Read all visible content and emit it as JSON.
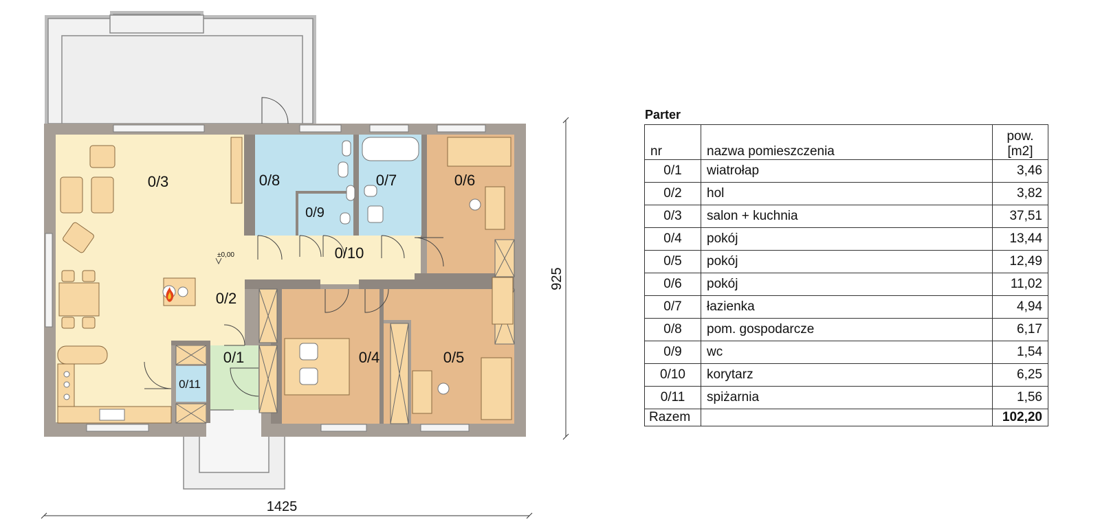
{
  "plan": {
    "rooms": [
      {
        "id": "0/1"
      },
      {
        "id": "0/2"
      },
      {
        "id": "0/3"
      },
      {
        "id": "0/4"
      },
      {
        "id": "0/5"
      },
      {
        "id": "0/6"
      },
      {
        "id": "0/7"
      },
      {
        "id": "0/8"
      },
      {
        "id": "0/9"
      },
      {
        "id": "0/10"
      },
      {
        "id": "0/11"
      }
    ],
    "level_mark": "±0,00",
    "dim_width": "1425",
    "dim_height": "925",
    "colors": {
      "wall": "#a69e96",
      "living": "#fbefc8",
      "bedroom": "#e6ba8c",
      "wet": "#bfe2ef",
      "entrance": "#d6ecc8",
      "terrace": "#efefef",
      "furniture": "#f7d7a3"
    }
  },
  "table": {
    "title": "Parter",
    "headers": {
      "nr": "nr",
      "name": "nazwa pomieszczenia",
      "pow_line1": "pow.",
      "pow_line2": "[m2]"
    },
    "rows": [
      {
        "nr": "0/1",
        "name": "wiatrołap",
        "area": "3,46"
      },
      {
        "nr": "0/2",
        "name": "hol",
        "area": "3,82"
      },
      {
        "nr": "0/3",
        "name": "salon + kuchnia",
        "area": "37,51"
      },
      {
        "nr": "0/4",
        "name": "pokój",
        "area": "13,44"
      },
      {
        "nr": "0/5",
        "name": "pokój",
        "area": "12,49"
      },
      {
        "nr": "0/6",
        "name": "pokój",
        "area": "11,02"
      },
      {
        "nr": "0/7",
        "name": "łazienka",
        "area": "4,94"
      },
      {
        "nr": "0/8",
        "name": "pom. gospodarcze",
        "area": "6,17"
      },
      {
        "nr": "0/9",
        "name": "wc",
        "area": "1,54"
      },
      {
        "nr": "0/10",
        "name": "korytarz",
        "area": "6,25"
      },
      {
        "nr": "0/11",
        "name": "spiżarnia",
        "area": "1,56"
      }
    ],
    "total": {
      "label": "Razem",
      "area": "102,20"
    }
  }
}
